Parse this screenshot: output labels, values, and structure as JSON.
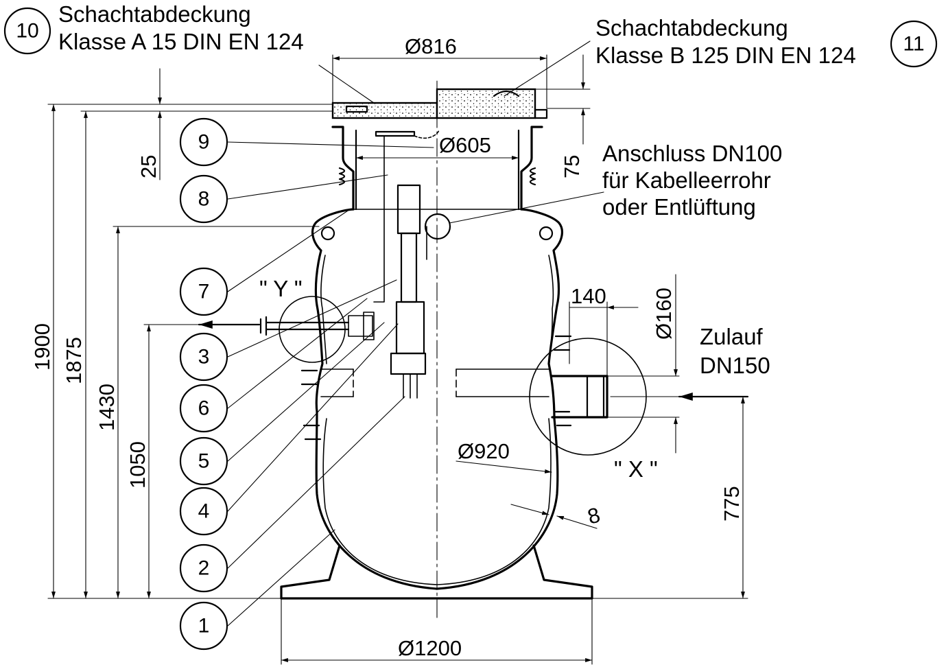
{
  "callouts": {
    "c1": "1",
    "c2": "2",
    "c3": "3",
    "c4": "4",
    "c5": "5",
    "c6": "6",
    "c7": "7",
    "c8": "8",
    "c9": "9",
    "c10": "10",
    "c11": "11"
  },
  "labels": {
    "cover_a_line1": "Schachtabdeckung",
    "cover_a_line2": "Klasse A 15 DIN EN 124",
    "cover_b_line1": "Schachtabdeckung",
    "cover_b_line2": "Klasse B 125 DIN EN 124",
    "connection_line1": "Anschluss DN100",
    "connection_line2": "für Kabelleerrohr",
    "connection_line3": "oder Entlüftung",
    "inlet_line1": "Zulauf",
    "inlet_line2": "DN150",
    "detail_y": "\" Y \"",
    "detail_x": "\" X \""
  },
  "dimensions": {
    "d816": "Ø816",
    "d605": "Ø605",
    "d920": "Ø920",
    "d1200": "Ø1200",
    "d160": "Ø160",
    "w140": "140",
    "h1900": "1900",
    "h1875": "1875",
    "h1430": "1430",
    "h1050": "1050",
    "h775": "775",
    "h25": "25",
    "h75": "75",
    "t8": "8"
  }
}
